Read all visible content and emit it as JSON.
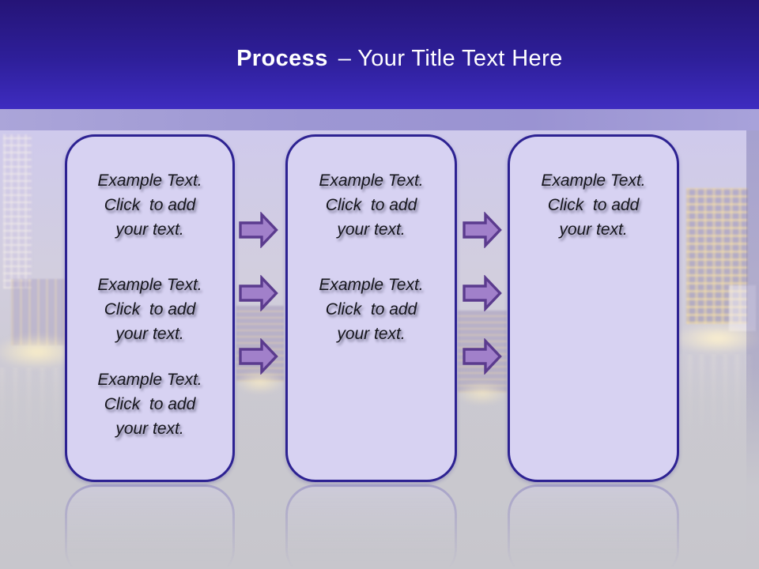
{
  "title": {
    "keyword": "Process",
    "rest": "– Your Title Text Here"
  },
  "boxes": [
    {
      "name": "step-1",
      "blocks": [
        {
          "lines": [
            "Example Text.",
            "Click  to add",
            "your text."
          ]
        },
        {
          "lines": [
            "Example Text.",
            "Click  to add",
            "your text."
          ]
        },
        {
          "lines": [
            "Example Text.",
            "Click  to add",
            "your text."
          ]
        }
      ]
    },
    {
      "name": "step-2",
      "blocks": [
        {
          "lines": [
            "Example Text.",
            "Click  to add",
            "your text."
          ]
        },
        {
          "lines": [
            "Example Text.",
            "Click  to add",
            "your text."
          ]
        }
      ]
    },
    {
      "name": "step-3",
      "blocks": [
        {
          "lines": [
            "Example Text.",
            "Click  to add",
            "your text."
          ]
        }
      ]
    }
  ],
  "connectors": [
    {
      "from": "step-1",
      "to": "step-2",
      "arrow_count": 3,
      "direction": "right"
    },
    {
      "from": "step-2",
      "to": "step-3",
      "arrow_count": 3,
      "direction": "right"
    }
  ],
  "colors": {
    "header_gradient_top": "#251477",
    "header_gradient_bottom": "#3e2cc0",
    "sky_band": "#9d97d3",
    "panel_fill": "#d7d2f2",
    "panel_border": "#2d2292",
    "arrow_fill": "#a180ca",
    "arrow_border": "#5b3b8e",
    "title_text": "#ffffff",
    "body_text": "#15151c"
  }
}
